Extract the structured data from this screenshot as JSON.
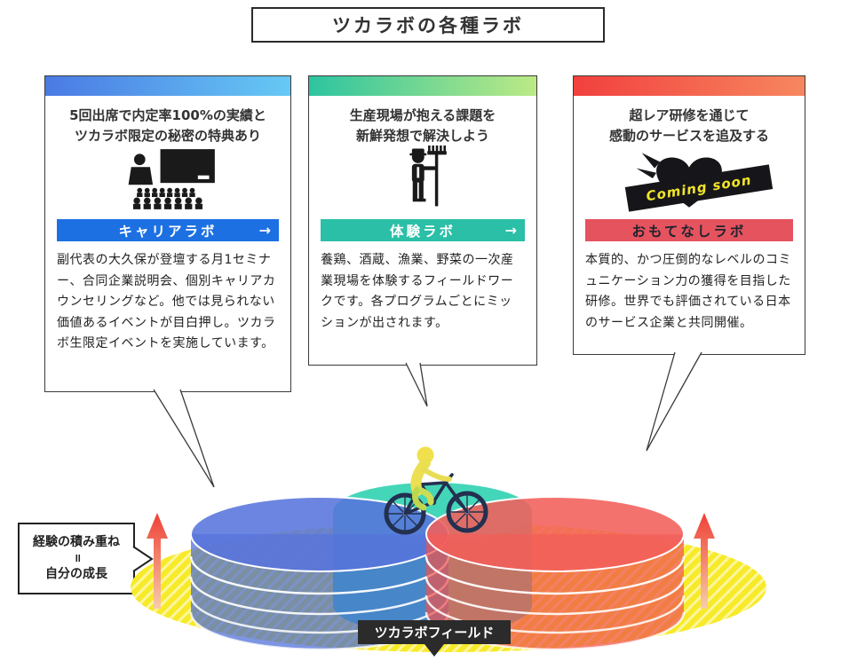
{
  "title": "ツカラボの各種ラボ",
  "cards": [
    {
      "id": "career",
      "catch": [
        "5回出席で内定率100%の実績と",
        "ツカラボ限定の秘密の特典あり"
      ],
      "icon": "seminar-presentation-icon",
      "label": "キャリアラボ",
      "arrow": "→",
      "body": "副代表の大久保が登壇する月1セミナー、合同企業説明会、個別キャリアカウンセリングなど。他では見られない価値あるイベントが目白押し。ツカラボ生限定イベントを実施しています。",
      "accent": "#1c70e2",
      "gradient_from": "#4a7ae4",
      "gradient_to": "#66c9f4"
    },
    {
      "id": "taiken",
      "catch": [
        "生産現場が抱える課題を",
        "新鮮発想で解決しよう"
      ],
      "icon": "farmer-rake-icon",
      "label": "体験ラボ",
      "arrow": "→",
      "body": "養鶏、酒蔵、漁業、野菜の一次産業現場を体験するフィールドワークです。各プログラムごとにミッションが出されます。",
      "accent": "#2abfa6",
      "gradient_from": "#2dc4a0",
      "gradient_to": "#bcea85"
    },
    {
      "id": "omotenashi",
      "catch": [
        "超レア研修を通じて",
        "感動のサービスを追及する"
      ],
      "icon": "heart-in-hands-icon",
      "label": "おもてなしラボ",
      "coming_soon": "Coming soon",
      "body": "本質的、かつ圧倒的なレベルのコミュニケーション力の獲得を目指した研修。世界でも評価されている日本のサービス企業と共同開催。",
      "accent": "#e5535f",
      "gradient_from": "#f2403e",
      "gradient_to": "#f6875f"
    }
  ],
  "growth_label": {
    "line1": "経験の積み重ね",
    "equals": "=",
    "line2": "自分の成長"
  },
  "field_label": "ツカラボフィールド",
  "colors": {
    "field_yellow": "#f7ea28",
    "disc_blue": "#5874dc",
    "disc_teal": "#3ecdb2",
    "disc_red": "#f25f5a",
    "arrow_red": "#ee4035",
    "field_label_bg": "#2b2b2b"
  }
}
